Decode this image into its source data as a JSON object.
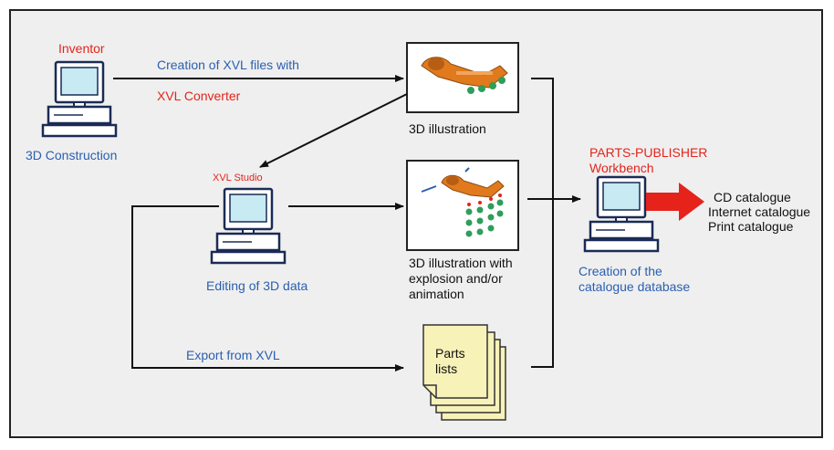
{
  "nodes": {
    "inventor": {
      "title": "Inventor",
      "caption": "3D Construction"
    },
    "xvl_studio": {
      "title": "XVL Studio",
      "caption": "Editing of 3D data"
    },
    "parts_publisher": {
      "title": "PARTS-PUBLISHER\nWorkbench",
      "caption": "Creation of the\ncatalogue database"
    }
  },
  "edges": {
    "creation_line1": "Creation of XVL files with",
    "creation_line2": "XVL Converter",
    "export": "Export from XVL"
  },
  "illustrations": {
    "illustration_3d": "3D illustration",
    "illustration_explosion": "3D illustration with\nexplosion and/or\nanimation",
    "parts_lists": "Parts\nlists"
  },
  "outputs": [
    "CD catalogue",
    "Internet catalogue",
    "Print catalogue"
  ],
  "colors": {
    "red": "#e5231b",
    "blue": "#2a5fb0",
    "orange": "#e07a1c",
    "green": "#2e9e5a",
    "paper": "#f7f2b8"
  }
}
